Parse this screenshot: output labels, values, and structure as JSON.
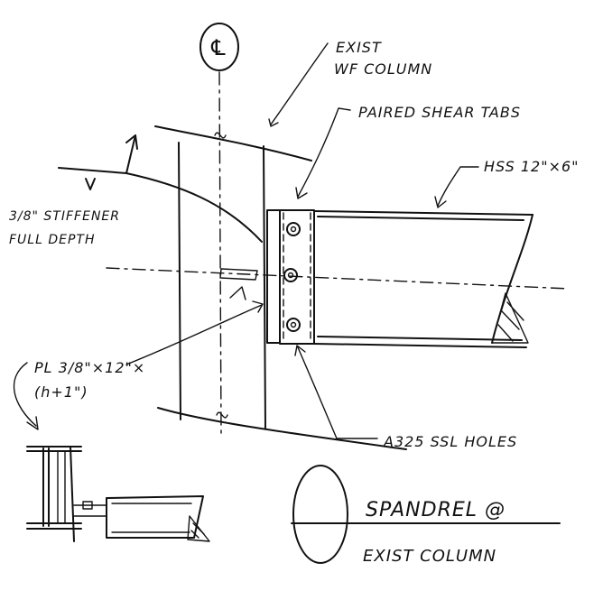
{
  "diagram": {
    "labels": {
      "centerline": "℄",
      "existing_column": [
        "EXIST",
        "WF COLUMN"
      ],
      "shear_tabs": "PAIRED SHEAR TABS",
      "hss": "HSS 12\"×6\"",
      "stiffener": [
        "3/8\" STIFFENER",
        "FULL DEPTH"
      ],
      "plate": [
        "PL 3/8\"×12\"×",
        "(h+1\")"
      ],
      "bolts": "A325 SSL HOLES",
      "title": "SPANDREL @",
      "subtitle": "EXIST COLUMN"
    }
  }
}
